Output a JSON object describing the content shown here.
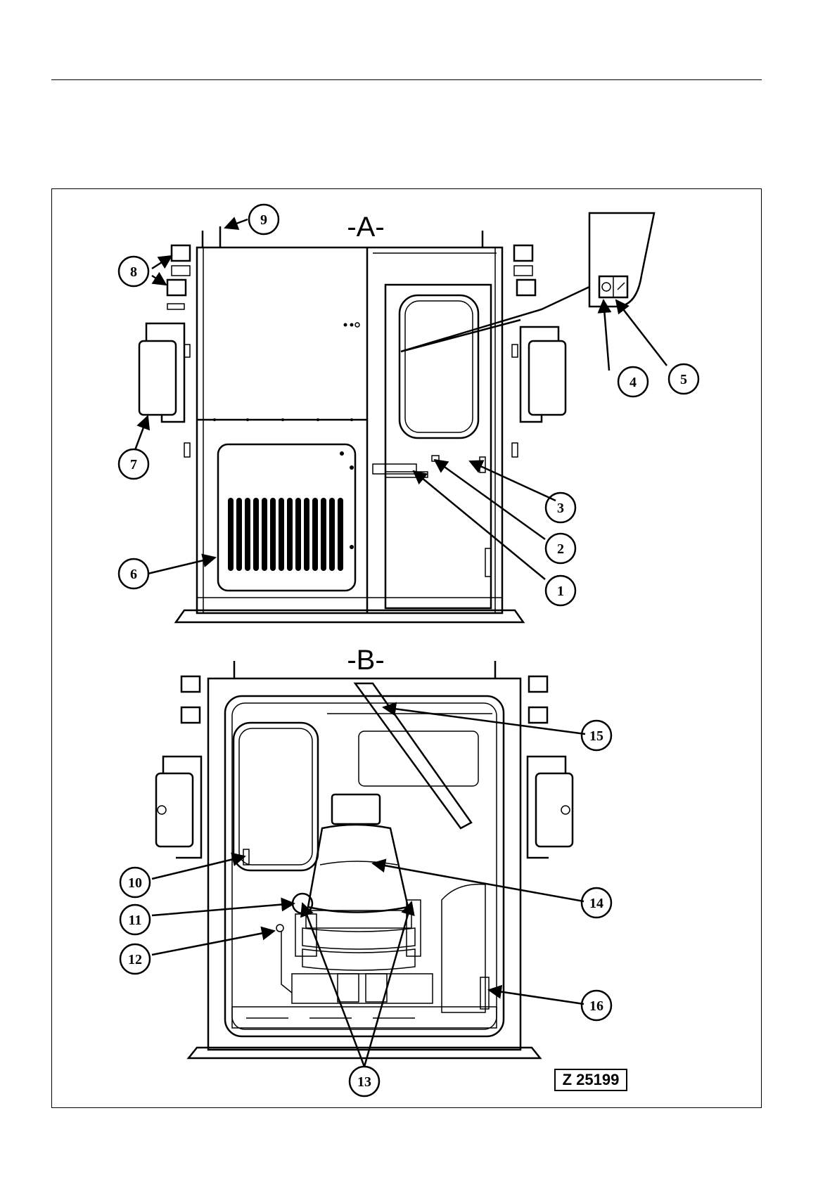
{
  "views": {
    "a_label": "-A-",
    "b_label": "-B-"
  },
  "reference_code": "Z 25199",
  "callouts": {
    "c1": "1",
    "c2": "2",
    "c3": "3",
    "c4": "4",
    "c5": "5",
    "c6": "6",
    "c7": "7",
    "c8": "8",
    "c9": "9",
    "c10": "10",
    "c11": "11",
    "c12": "12",
    "c13": "13",
    "c14": "14",
    "c15": "15",
    "c16": "16"
  }
}
